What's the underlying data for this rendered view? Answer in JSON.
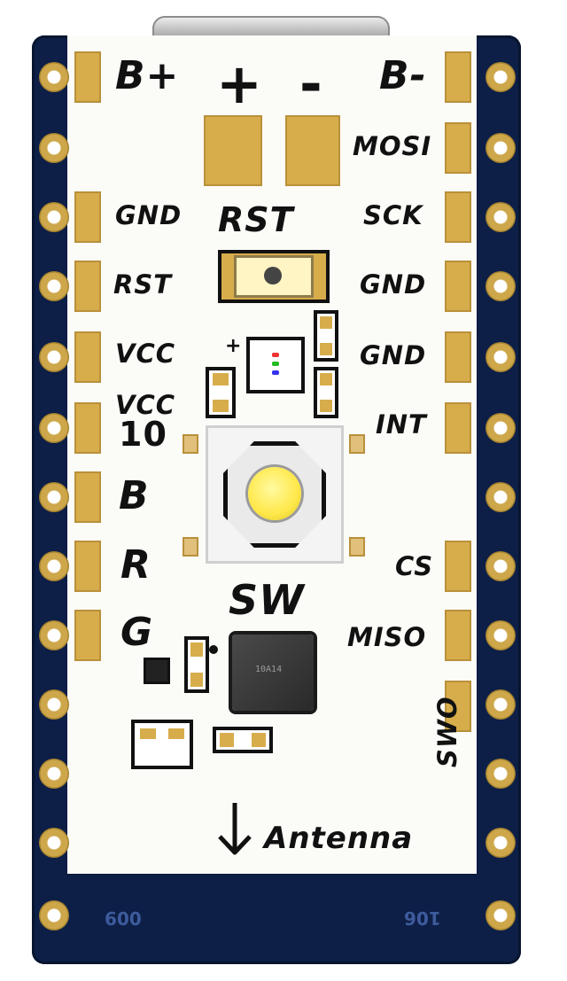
{
  "left_labels": [
    "B+",
    "GND",
    "RST",
    "VCC",
    "VCC",
    "10",
    "B",
    "R",
    "G"
  ],
  "right_labels": [
    "B-",
    "MOSI",
    "SCK",
    "GND",
    "GND",
    "INT",
    "CS",
    "MISO",
    "SWO"
  ],
  "power_labels": {
    "plus": "+",
    "minus": "-"
  },
  "rst_title": "RST",
  "sw_title": "SW",
  "led_plus": "+",
  "ic_text": "10A14",
  "antenna_label": "Antenna",
  "board_text": {
    "left": "009",
    "right": "106"
  },
  "colors": {
    "board": "#0d1f47",
    "gold": "#d7ad4c",
    "silkscreen": "#fbfbf8",
    "button_cap": "#ffe84a"
  }
}
